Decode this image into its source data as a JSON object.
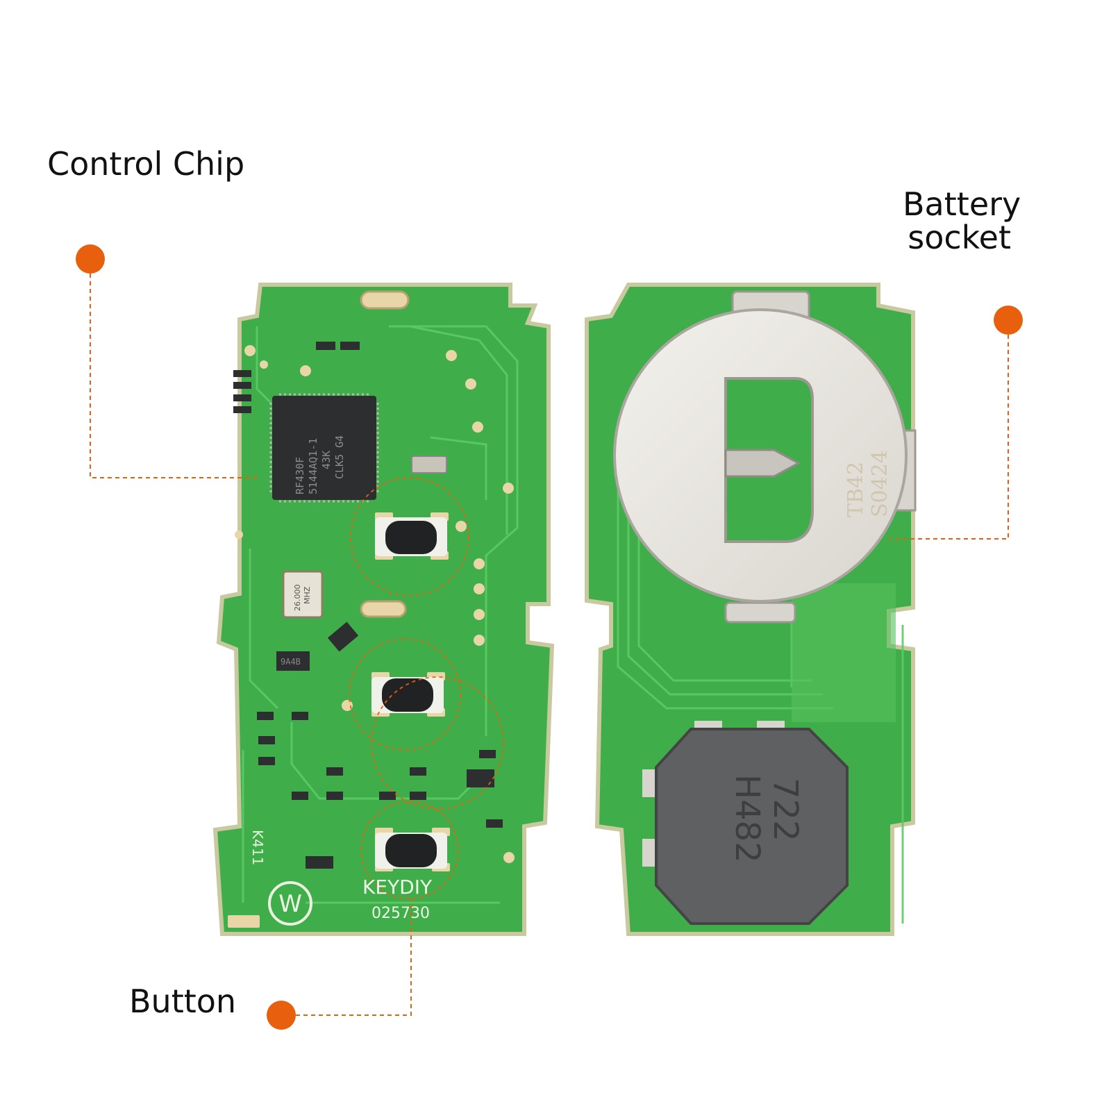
{
  "labels": {
    "control_chip": "Control Chip",
    "battery_socket_line1": "Battery",
    "battery_socket_line2": "socket",
    "button": "Button"
  },
  "pcb_left": {
    "chip_marking": [
      "RF430F",
      "5144AQ1-1",
      "43K",
      "CLK5 G4"
    ],
    "crystal_marking": [
      "26.000",
      "MHZ"
    ],
    "ic_marking": "9A4B",
    "board_code": "K411",
    "brand": "KEYDIY",
    "serial": "025730",
    "logo_letter": "W"
  },
  "pcb_right": {
    "battery_marking": [
      "TB42",
      "S0424"
    ],
    "buzzer_marking": [
      "722",
      "H482"
    ]
  },
  "colors": {
    "accent": "#e8600e",
    "pcb_green": "#3fae4a",
    "trace_green": "#55c25e",
    "pad_gold": "#e8d6a8"
  }
}
